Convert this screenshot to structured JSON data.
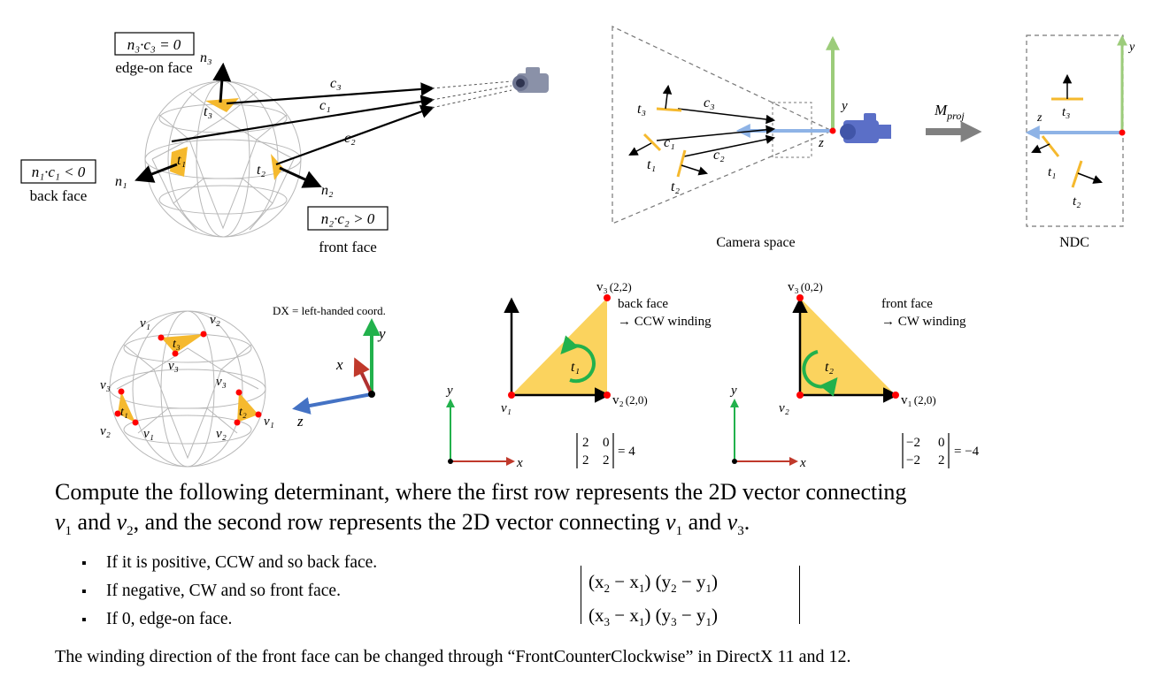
{
  "top_left": {
    "box_edge": "n₃·c₃ = 0",
    "label_edge": "edge-on face",
    "box_back": "n₁·c₁ < 0",
    "label_back": "back face",
    "box_front": "n₂·c₂ > 0",
    "label_front": "front face",
    "n1": "n₁",
    "n2": "n₂",
    "n3": "n₃",
    "t1": "t₁",
    "t2": "t₂",
    "t3": "t₃",
    "c1": "c₁",
    "c2": "c₂",
    "c3": "c₃"
  },
  "camera_space": {
    "caption": "Camera space",
    "y": "y",
    "z": "z",
    "t1": "t₁",
    "t2": "t₂",
    "t3": "t₃",
    "c1": "c₁",
    "c2": "c₂",
    "c3": "c₃"
  },
  "projection": {
    "label": "M",
    "subscript": "proj"
  },
  "ndc": {
    "caption": "NDC",
    "y": "y",
    "z": "z",
    "t1": "t₁",
    "t2": "t₂",
    "t3": "t₃"
  },
  "bottom_sphere": {
    "v1": "v₁",
    "v2": "v₂",
    "v3": "v₃",
    "t1": "t₁",
    "t2": "t₂",
    "t3": "t₃"
  },
  "dx_axes": {
    "caption": "DX = left-handed coord.",
    "x": "x",
    "y": "y",
    "z": "z"
  },
  "back_example": {
    "v3": "v₃",
    "v3_coord": "(2,2)",
    "v1": "v₁",
    "v2": "v₂",
    "v2_coord": "(2,0)",
    "line1": "back face",
    "line2": "→ CCW winding",
    "t": "t₁",
    "det_r1c1": "2",
    "det_r1c2": "0",
    "det_r2c1": "2",
    "det_r2c2": "2",
    "det_result": "= 4",
    "axis_x": "x",
    "axis_y": "y"
  },
  "front_example": {
    "v3": "v₃",
    "v3_coord": "(0,2)",
    "v2": "v₂",
    "v1": "v₁",
    "v1_coord": "(2,0)",
    "line1": "front face",
    "line2": "→ CW winding",
    "t": "t₂",
    "det_r1c1": "−2",
    "det_r1c2": "0",
    "det_r2c1": "−2",
    "det_r2c2": "2",
    "det_result": "= −4",
    "axis_x": "x",
    "axis_y": "y"
  },
  "text": {
    "para_a": "Compute the following determinant, where the first row represents the 2D vector connecting",
    "para_b_v1": "v",
    "para_b_mid1": " and ",
    "para_b_v2": "v",
    "para_b_mid2": ", and the second row represents the 2D vector connecting ",
    "para_b_v1b": "v",
    "para_b_mid3": " and ",
    "para_b_v3": "v",
    "para_b_end": ".",
    "sub1": "1",
    "sub2": "2",
    "sub3": "3",
    "bullets": [
      "If it is positive, CCW and so back face.",
      "If negative, CW and so front face.",
      "If 0, edge-on face."
    ],
    "footer": "The winding direction of the front face can be changed through “FrontCounterClockwise” in DirectX 11 and 12."
  },
  "formula": {
    "row1a": "(x",
    "row1a_s": "2",
    "row1b": " − x",
    "row1b_s": "1",
    "row1c": ")  (y",
    "row1c_s": "2",
    "row1d": " − y",
    "row1d_s": "1",
    "row1e": ")",
    "row2a": "(x",
    "row2a_s": "3",
    "row2b": " − x",
    "row2b_s": "1",
    "row2c": ")  (y",
    "row2c_s": "3",
    "row2d": " − y",
    "row2d_s": "1",
    "row2e": ")"
  },
  "colors": {
    "face": "#f5b92e",
    "face_light": "#fbd35e",
    "arrow_green": "#22b14c",
    "axis_red": "#c0392b",
    "axis_blue": "#4472c4",
    "light_green": "#9ccc7a",
    "light_blue": "#8eb3e6",
    "point_red": "#ff0000",
    "gray_arrow": "#808080",
    "camera": "#5b6fc7"
  }
}
